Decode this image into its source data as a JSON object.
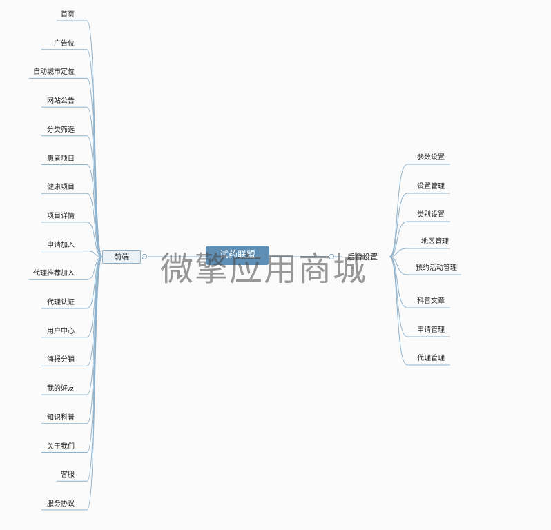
{
  "root": {
    "label": "试药联盟"
  },
  "branches": {
    "left": {
      "label": "前端",
      "items": [
        "首页",
        "广告位",
        "自动城市定位",
        "网站公告",
        "分类筛选",
        "患者项目",
        "健康项目",
        "项目详情",
        "申请加入",
        "代理推荐加入",
        "代理认证",
        "用户中心",
        "海报分销",
        "我的好友",
        "知识科普",
        "关于我们",
        "客服",
        "服务协议"
      ]
    },
    "right": {
      "label": "后台设置",
      "items": [
        "参数设置",
        "设置管理",
        "类别设置",
        "地区管理",
        "预约活动管理",
        "科普文章",
        "申请管理",
        "代理管理"
      ]
    }
  },
  "watermark": "微擎应用商城",
  "colors": {
    "line": "#8fb2cc",
    "root_fill": "#5f8fb4",
    "branch_fill": "#eaf2f8"
  }
}
